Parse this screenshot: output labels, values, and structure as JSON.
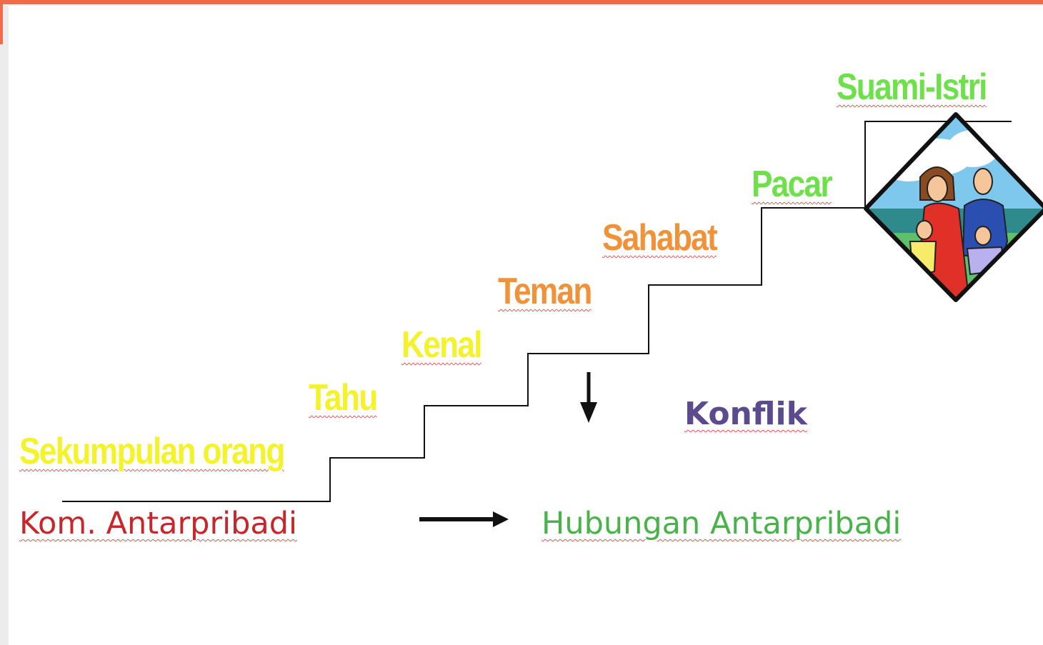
{
  "steps": {
    "sekumpulan": "Sekumpulan orang",
    "tahu": "Tahu",
    "kenal": "Kenal",
    "teman": "Teman",
    "sahabat": "Sahabat",
    "pacar": "Pacar",
    "suami_istri": "Suami-Istri"
  },
  "konflik": "Konflik",
  "kom_antarpribadi": "Kom. Antarpribadi",
  "hubungan_antarpribadi": "Hubungan Antarpribadi",
  "colors": {
    "yellow": "#f4f22a",
    "orange": "#f0923a",
    "green": "#6ee04a",
    "purple": "#5b4a8e",
    "red": "#c8262a",
    "dark_green": "#4ab24a",
    "accent": "#f26a4b"
  },
  "icons": {
    "family": "family-diamond-icon",
    "down_arrow": "down-arrow-icon",
    "right_arrow": "right-arrow-icon"
  }
}
